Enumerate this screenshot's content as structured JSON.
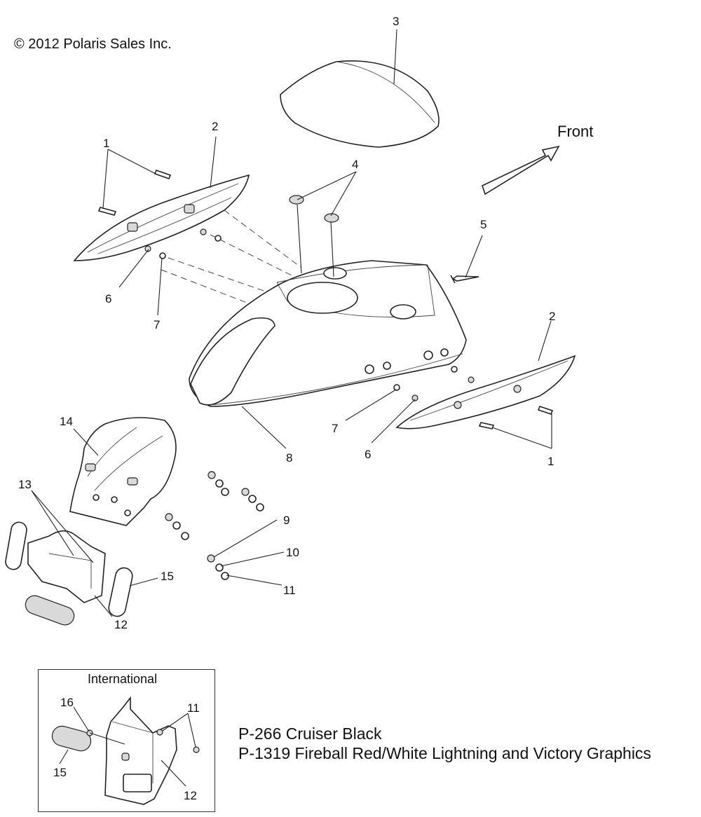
{
  "copyright": "© 2012 Polaris Sales Inc.",
  "front_label": "Front",
  "callouts": {
    "c1a": "1",
    "c1b": "1",
    "c2a": "2",
    "c2b": "2",
    "c3": "3",
    "c4": "4",
    "c5": "5",
    "c6a": "6",
    "c6b": "6",
    "c7a": "7",
    "c7b": "7",
    "c8": "8",
    "c9": "9",
    "c10": "10",
    "c11": "11",
    "c12": "12",
    "c13": "13",
    "c14": "14",
    "c15": "15"
  },
  "inset": {
    "title": "International",
    "c11": "11",
    "c12": "12",
    "c15": "15",
    "c16": "16"
  },
  "legend": [
    "P-266  Cruiser Black",
    "P-1319 Fireball Red/White Lightning and Victory Graphics"
  ]
}
